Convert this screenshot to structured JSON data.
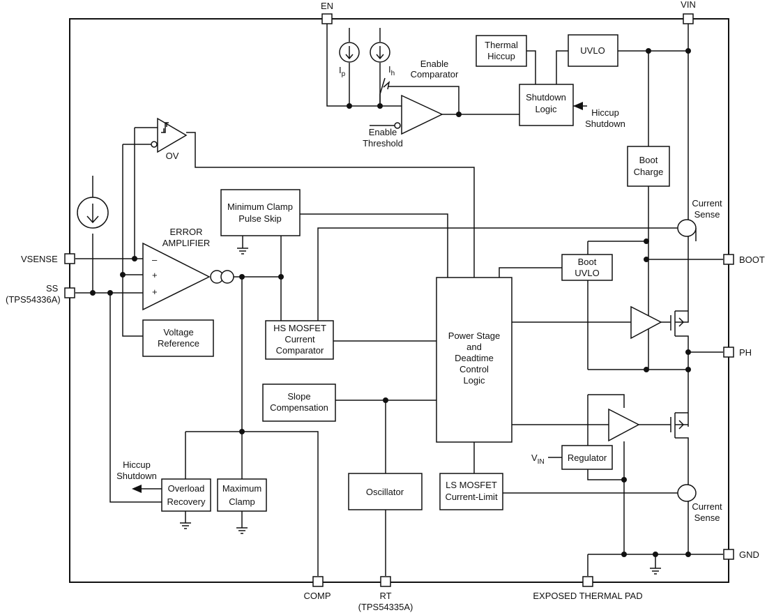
{
  "pins": {
    "en": "EN",
    "vin": "VIN",
    "vsense": "VSENSE",
    "ss": "SS",
    "ss_part": "(TPS54336A)",
    "boot": "BOOT",
    "ph": "PH",
    "gnd": "GND",
    "comp": "COMP",
    "rt": "RT",
    "rt_part": "(TPS54335A)",
    "thermal_pad": "EXPOSED THERMAL PAD"
  },
  "blocks": {
    "thermal_hiccup": [
      "Thermal",
      "Hiccup"
    ],
    "uvlo": "UVLO",
    "shutdown_logic": [
      "Shutdown",
      "Logic"
    ],
    "boot_charge": [
      "Boot",
      "Charge"
    ],
    "min_clamp": [
      "Minimum Clamp",
      "Pulse Skip"
    ],
    "boot_uvlo": [
      "Boot",
      "UVLO"
    ],
    "voltage_reference": [
      "Voltage",
      "Reference"
    ],
    "hs_comparator": [
      "HS MOSFET",
      "Current",
      "Comparator"
    ],
    "power_stage": [
      "Power Stage",
      "and",
      "Deadtime",
      "Control",
      "Logic"
    ],
    "slope_comp": [
      "Slope",
      "Compensation"
    ],
    "regulator": "Regulator",
    "oscillator": "Oscillator",
    "ls_current_limit": [
      "LS MOSFET",
      "Current-Limit"
    ],
    "overload_recovery": [
      "Overload",
      "Recovery"
    ],
    "max_clamp": [
      "Maximum",
      "Clamp"
    ]
  },
  "labels": {
    "ip_main": "I",
    "ip_sub": "p",
    "ih_main": "I",
    "ih_sub": "h",
    "enable_comparator": [
      "Enable",
      "Comparator"
    ],
    "enable_threshold": [
      "Enable",
      "Threshold"
    ],
    "hiccup_shutdown_top": [
      "Hiccup",
      "Shutdown"
    ],
    "hiccup_shutdown_left": [
      "Hiccup",
      "Shutdown"
    ],
    "ov": "OV",
    "error_amplifier": [
      "ERROR",
      "AMPLIFIER"
    ],
    "minus": "–",
    "plus": "+",
    "current_sense_top": [
      "Current",
      "Sense"
    ],
    "current_sense_bottom": [
      "Current",
      "Sense"
    ],
    "vin_reg_main": "V",
    "vin_reg_sub": "IN"
  }
}
